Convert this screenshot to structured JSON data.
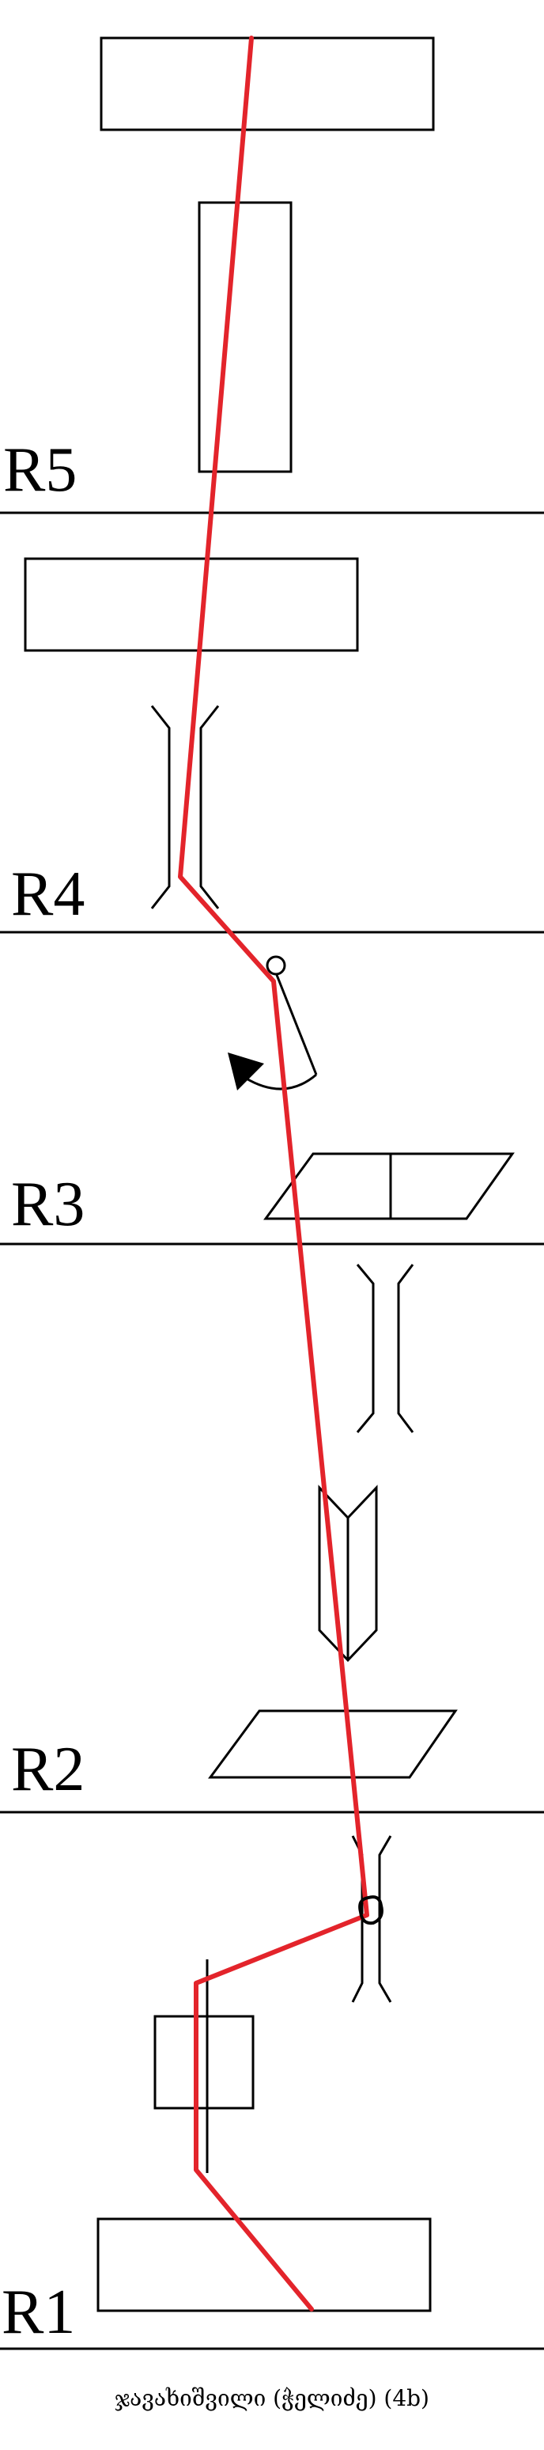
{
  "diagram": {
    "region_labels": {
      "r5": "R5",
      "r4": "R4",
      "r3": "R3",
      "r2": "R2",
      "r1": "R1"
    },
    "caption": "ჯავახიშვილი (ჭელიძე) (4b)",
    "colors": {
      "path": "#e3242b",
      "line": "#000000",
      "background": "#ffffff"
    }
  }
}
